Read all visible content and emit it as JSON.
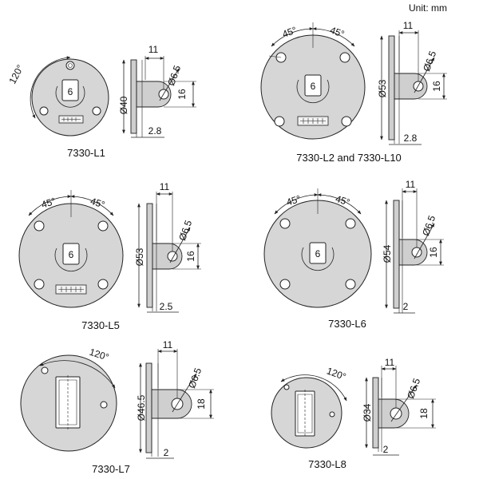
{
  "unit_label": "Unit: mm",
  "parts": [
    {
      "id": "L1",
      "model": "7330-L1",
      "angle": "120°",
      "center_mark": "6",
      "dia": "Ø40",
      "arm": "11",
      "hole": "Ø6.5",
      "height": "16",
      "thick": "2.8",
      "has_logo": true
    },
    {
      "id": "L2",
      "model": "7330-L2 and 7330-L10",
      "angle_left": "45°",
      "angle_right": "45°",
      "center_mark": "6",
      "dia": "Ø53",
      "arm": "11",
      "hole": "Ø6.5",
      "height": "16",
      "thick": "2.8",
      "has_logo": true
    },
    {
      "id": "L5",
      "model": "7330-L5",
      "angle_left": "45°",
      "angle_right": "45°",
      "center_mark": "6",
      "dia": "Ø53",
      "arm": "11",
      "hole": "Ø6.5",
      "height": "16",
      "thick": "2.5",
      "has_logo": true
    },
    {
      "id": "L6",
      "model": "7330-L6",
      "angle_left": "45°",
      "angle_right": "45°",
      "center_mark": "6",
      "dia": "Ø54",
      "arm": "11",
      "hole": "Ø6.5",
      "height": "16",
      "thick": "2",
      "has_logo": false
    },
    {
      "id": "L7",
      "model": "7330-L7",
      "angle": "120°",
      "dia": "Ø46.5",
      "arm": "11",
      "hole": "Ø6.5",
      "height": "18",
      "thick": "2",
      "has_logo": false
    },
    {
      "id": "L8",
      "model": "7330-L8",
      "angle": "120°",
      "dia": "Ø34",
      "arm": "11",
      "hole": "Ø6.5",
      "height": "18",
      "thick": "2",
      "has_logo": false
    }
  ],
  "colors": {
    "plate": "#d6d6d6",
    "line": "#222222",
    "background": "#ffffff"
  }
}
